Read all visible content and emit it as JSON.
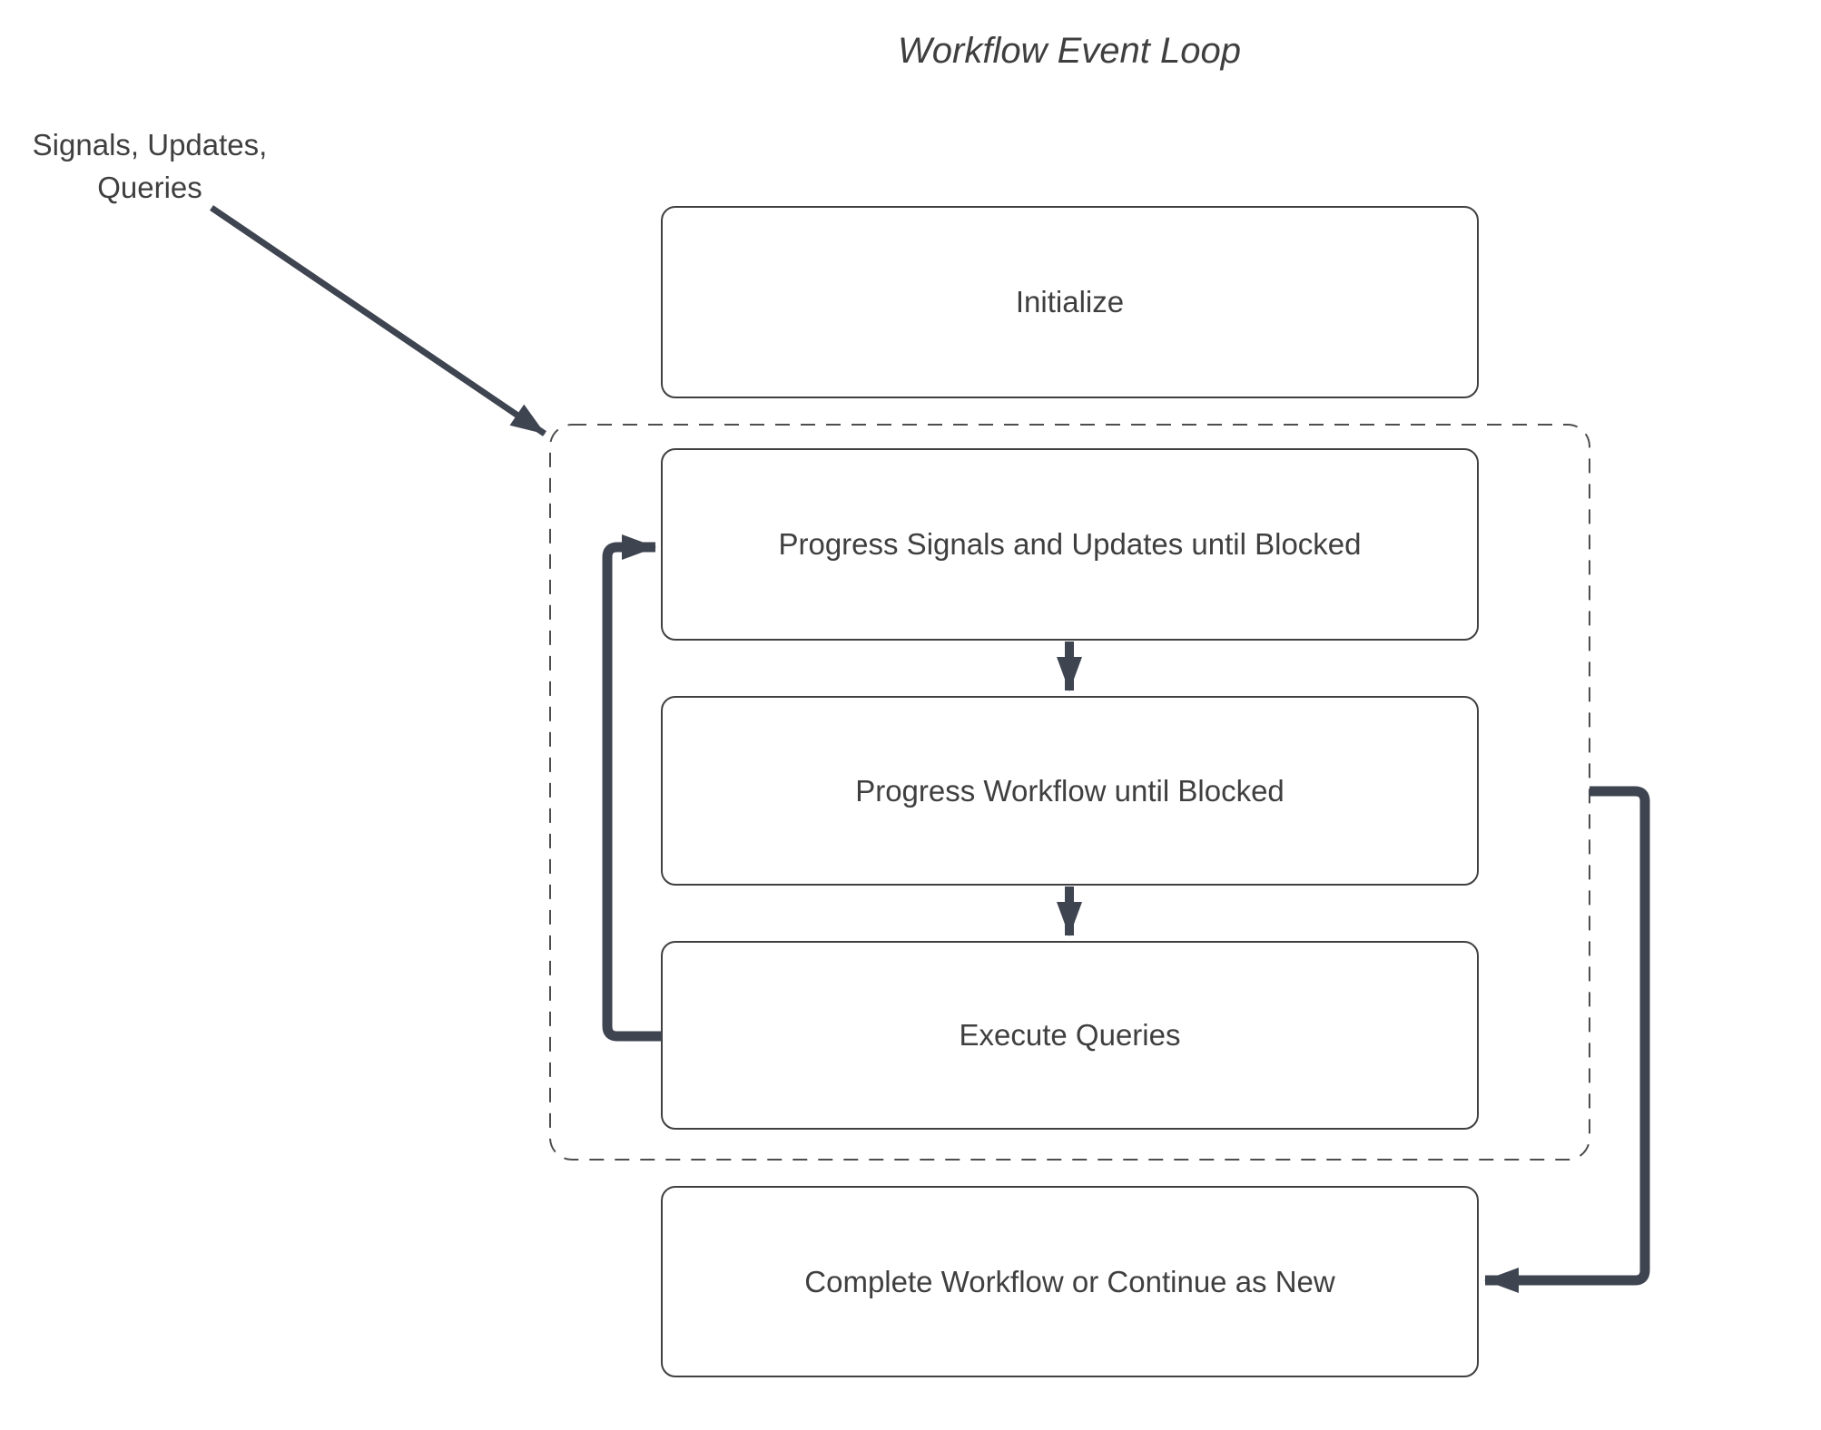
{
  "diagram": {
    "title": "Workflow Event Loop",
    "annotation": {
      "line1": "Signals, Updates,",
      "line2": "Queries"
    },
    "nodes": [
      {
        "id": "initialize",
        "label": "Initialize"
      },
      {
        "id": "progress-signals-updates",
        "label": "Progress Signals and Updates until Blocked"
      },
      {
        "id": "progress-workflow",
        "label": "Progress Workflow until Blocked"
      },
      {
        "id": "execute-queries",
        "label": "Execute Queries"
      },
      {
        "id": "complete-workflow",
        "label": "Complete Workflow or Continue as New"
      }
    ],
    "group": {
      "contains": [
        "progress-signals-updates",
        "progress-workflow",
        "execute-queries"
      ]
    },
    "edges": [
      {
        "from": "signals-updates-queries-annotation",
        "to": "event-loop-group",
        "style": "diagonal-arrow"
      },
      {
        "from": "progress-signals-updates",
        "to": "progress-workflow",
        "style": "down-arrow"
      },
      {
        "from": "progress-workflow",
        "to": "execute-queries",
        "style": "down-arrow"
      },
      {
        "from": "execute-queries",
        "to": "progress-signals-updates",
        "style": "loop-left"
      },
      {
        "from": "event-loop-group",
        "to": "complete-workflow",
        "style": "loop-right"
      }
    ],
    "colors": {
      "connector": "#3e4450",
      "border": "#404040",
      "dashed": "#4d4d4d",
      "text": "#3f3f3f",
      "bg": "#ffffff"
    }
  }
}
